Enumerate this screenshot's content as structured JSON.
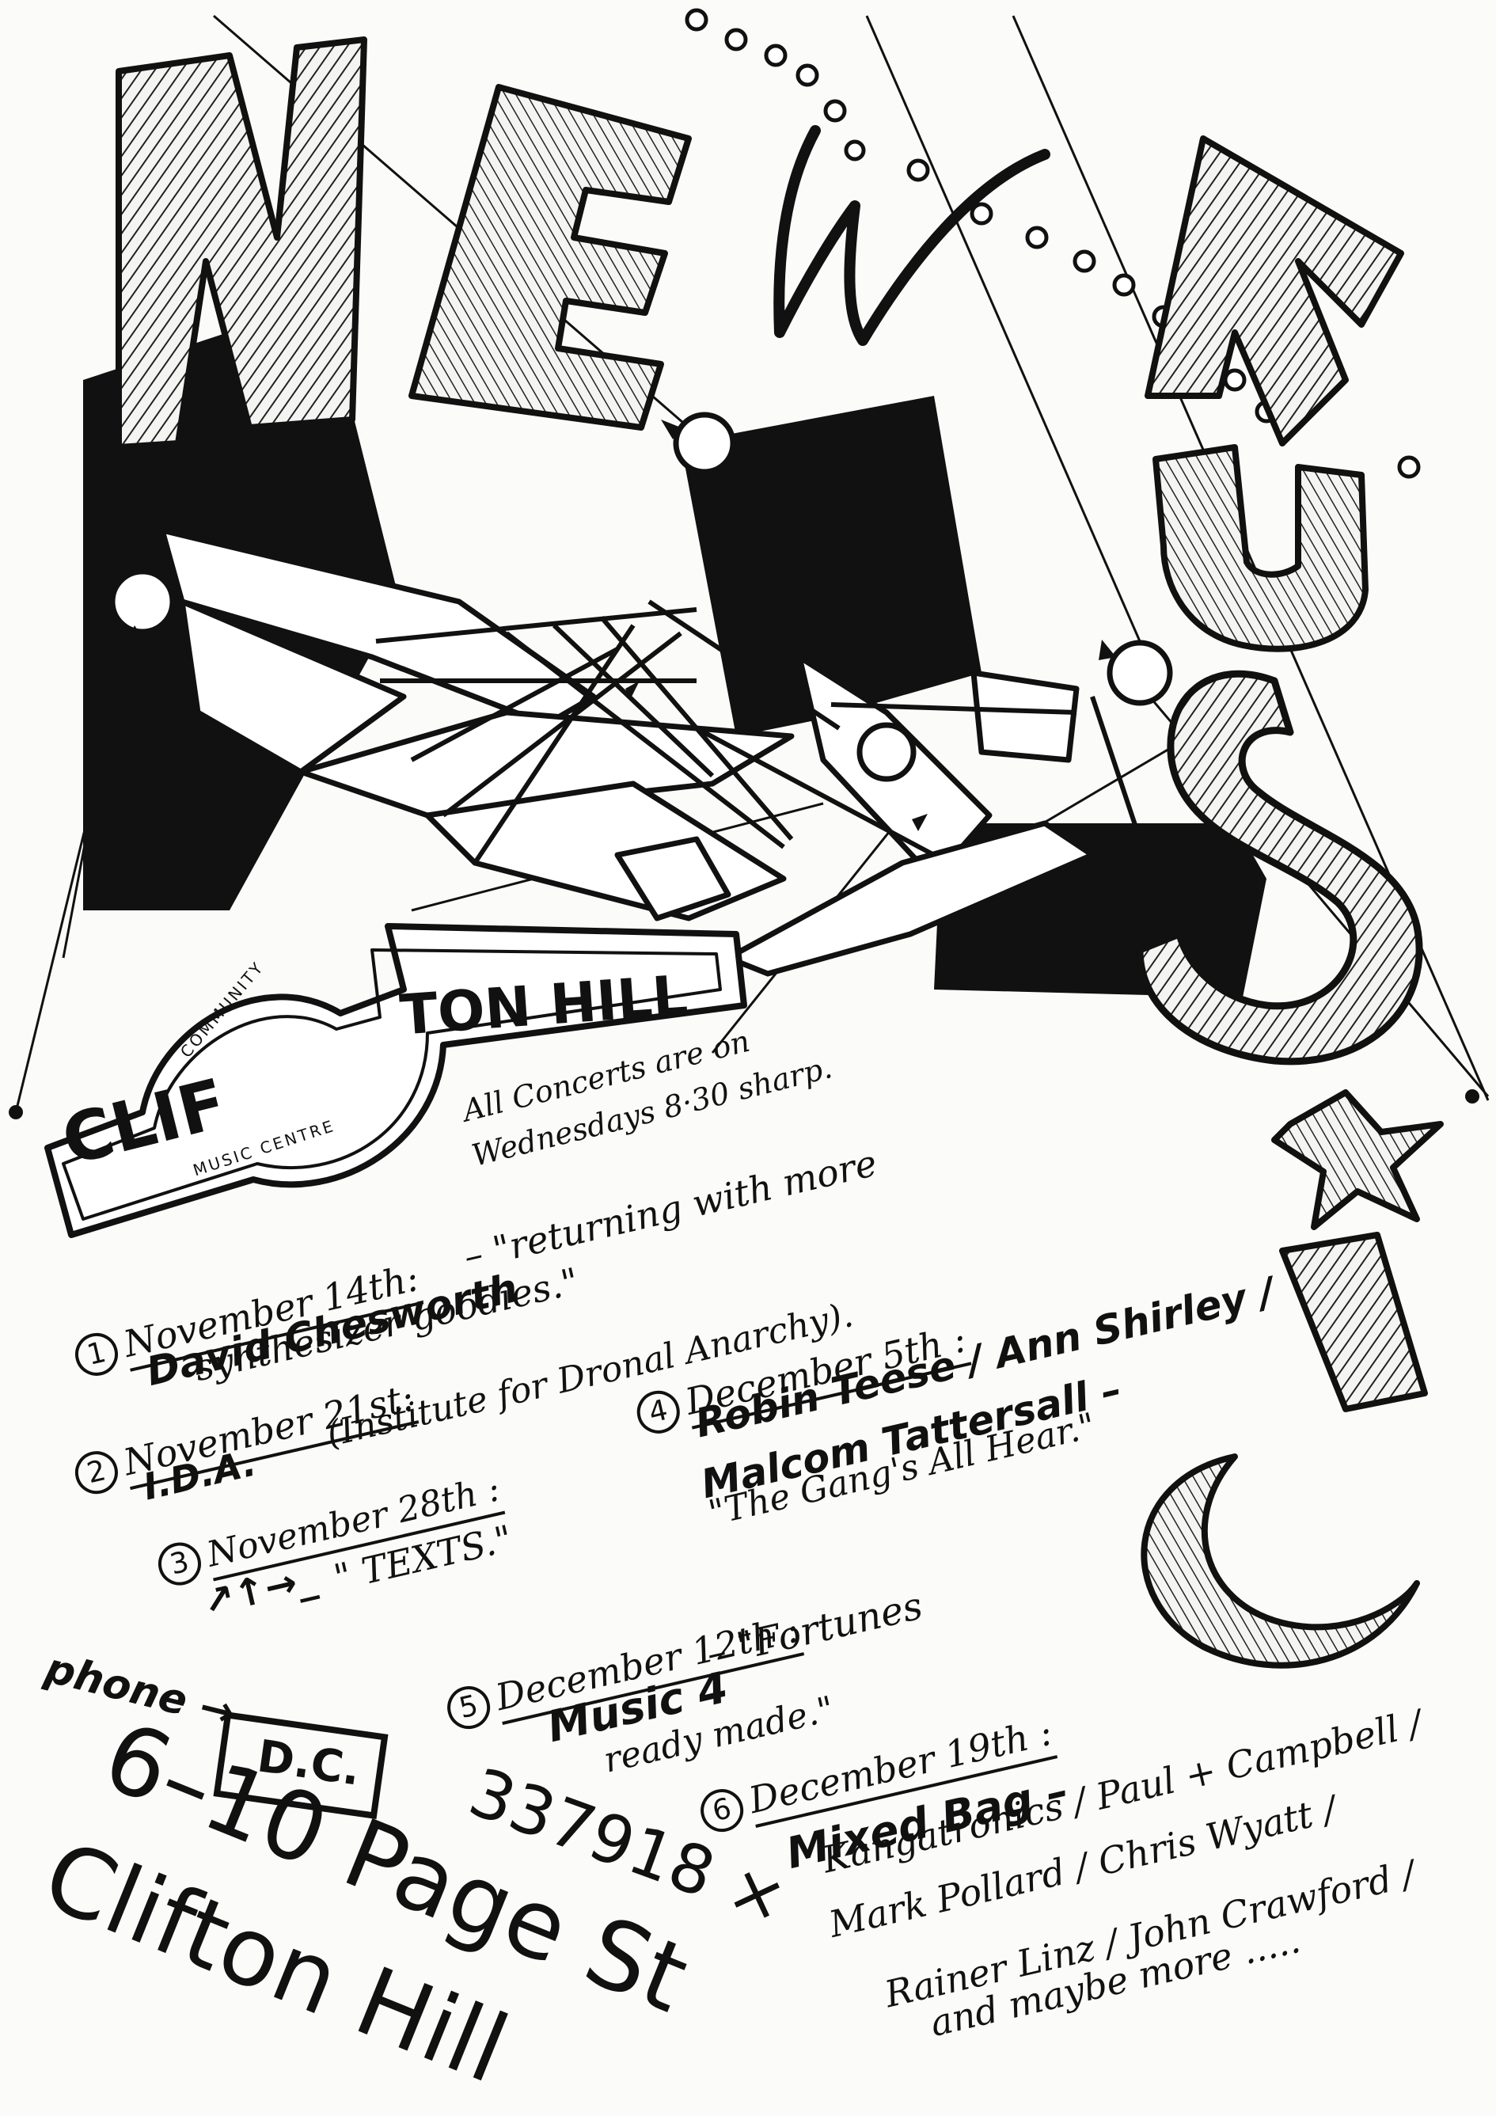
{
  "title": {
    "letters": [
      "N",
      "E",
      "W",
      "M",
      "U",
      "S",
      "I",
      "C"
    ]
  },
  "logo": {
    "top_arc": "COMMUNITY",
    "word_left": "CLIF",
    "word_right": "TON HILL",
    "bottom_arc": "MUSIC CENTRE"
  },
  "note": {
    "line1": "All Concerts are on",
    "line2": "Wednesdays 8·30 sharp."
  },
  "events": [
    {
      "number": "1",
      "date": "November 14th:",
      "performer": "David Chesworth",
      "desc_line1": "– \"returning with more",
      "desc_line2": "synthesizer goodies.\""
    },
    {
      "number": "2",
      "date": "November 21st:",
      "performer": "I.D.A.",
      "desc_line1": "(Institute for Dronal Anarchy)."
    },
    {
      "number": "3",
      "date": "November 28th :",
      "performer": "↗↑→_",
      "desc_line1": "\" TEXTS.\""
    },
    {
      "number": "4",
      "date": "December 5th :",
      "performer": "Robin Teese / Ann Shirley /",
      "performer2": "Malcom Tattersall –",
      "desc_line1": "\"The Gang's All Hear.\""
    },
    {
      "number": "5",
      "date": "December 12th :",
      "performer": "Music 4",
      "desc_line1": "– \"Fortunes",
      "desc_line2": "ready made.\""
    },
    {
      "number": "6",
      "date": "December 19th :",
      "performer": "Mixed Bag –",
      "lines": [
        "Kangatronics / Paul + Campbell /",
        "Mark Pollard / Chris Wyatt /",
        "Rainer Linz / John Crawford /",
        "and maybe more ....."
      ]
    }
  ],
  "contact": {
    "phone_label": "phone →",
    "box_text": "D.C.",
    "number": "337918 ×",
    "address_line1": "6–10 Page St",
    "address_line2": "Clifton Hill"
  },
  "colors": {
    "ink": "#111111",
    "paper": "#fbfbf9"
  }
}
